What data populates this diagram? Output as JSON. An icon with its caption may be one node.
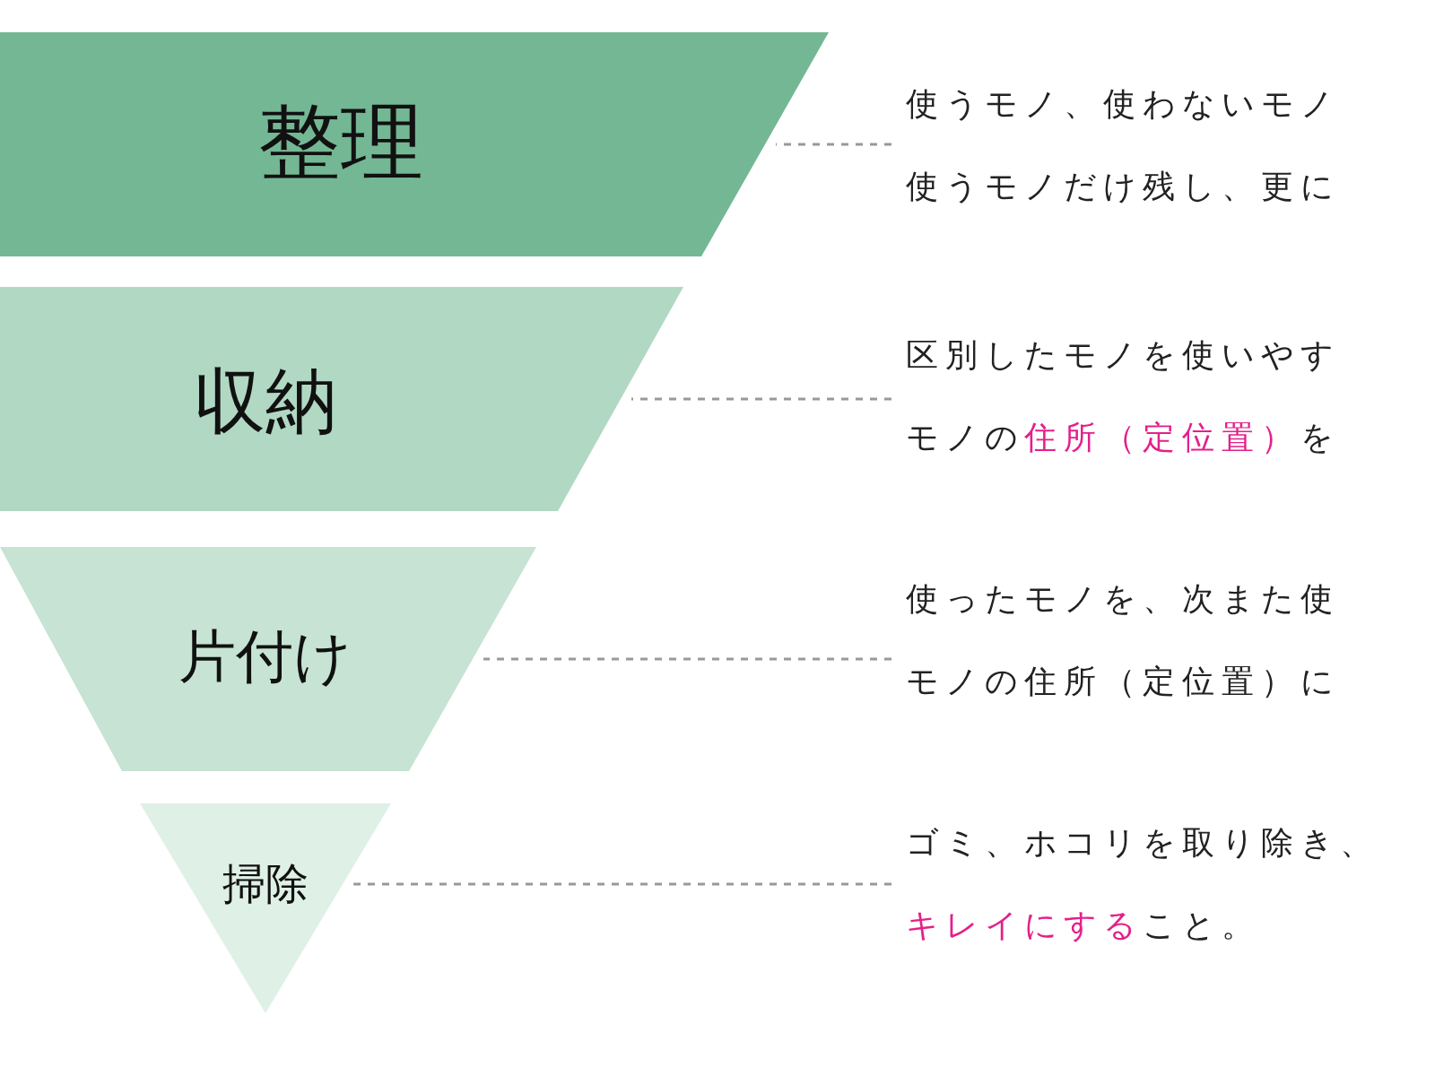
{
  "diagram": {
    "nodes": [
      {
        "text": [
          "整理"
        ]
      },
      {
        "text": [
          "使うモノ、使わないモノ",
          "使うモノだけ残し、更に"
        ]
      },
      {
        "text": [
          "収納"
        ]
      },
      {
        "text": [
          "区別したモノを使いやす",
          "モノの**住所（定位置）**を"
        ]
      },
      {
        "text": [
          "片付け"
        ]
      },
      {
        "text": [
          "使ったモノを、次また使",
          "モノの住所（定位置）に"
        ]
      },
      {
        "text": [
          "掃除"
        ]
      },
      {
        "text": [
          "ゴミ、ホコリを取り除き、",
          "**キレイにする**こと。"
        ]
      }
    ],
    "edges": [
      {
        "from": 1,
        "to": 0,
        "arrow": "none",
        "style": "dashed"
      },
      {
        "from": 3,
        "to": 2,
        "arrow": "none",
        "style": "dashed"
      },
      {
        "from": 5,
        "to": 4,
        "arrow": "none",
        "style": "dashed"
      },
      {
        "from": 7,
        "to": 6,
        "arrow": "none",
        "style": "dashed"
      }
    ]
  }
}
